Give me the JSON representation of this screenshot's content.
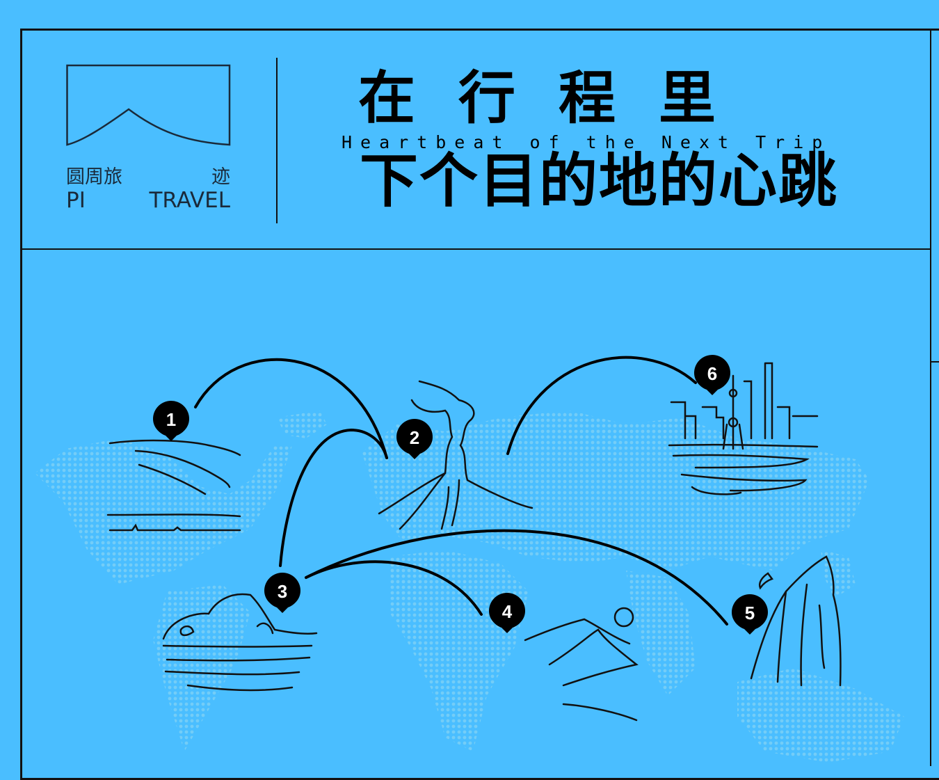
{
  "brand": {
    "name_cn": [
      "圆周旅",
      "迹"
    ],
    "name_en": [
      "PI",
      "TRAVEL"
    ]
  },
  "headline": {
    "top": "在行程里",
    "english": "Heartbeat of the Next Trip",
    "bottom": "下个目的地的心跳"
  },
  "destinations": [
    {
      "label": "1",
      "icon": "grassland-landscape-icon"
    },
    {
      "label": "2",
      "icon": "volcano-icon"
    },
    {
      "label": "3",
      "icon": "iceberg-icon"
    },
    {
      "label": "4",
      "icon": "desert-dunes-icon"
    },
    {
      "label": "5",
      "icon": "rock-cliff-moon-icon"
    },
    {
      "label": "6",
      "icon": "city-skyline-river-icon"
    }
  ],
  "colors": {
    "background": "#4ABEFF",
    "ink": "#111111",
    "pin": "#000000",
    "map_dots": "#74CDF7"
  }
}
